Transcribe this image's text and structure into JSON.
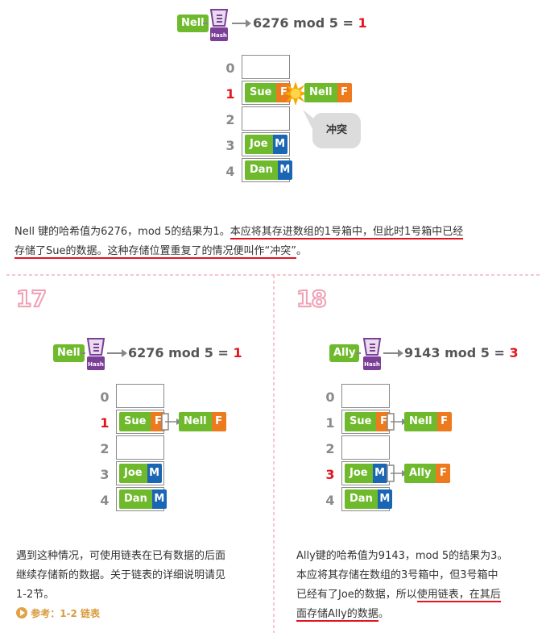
{
  "top": {
    "key": "Nell",
    "hash_label": "Hash",
    "formula": "6276 mod 5 = ",
    "result": "1",
    "indices": [
      "0",
      "1",
      "2",
      "3",
      "4"
    ],
    "sue": {
      "name": "Sue",
      "sex": "F"
    },
    "nell": {
      "name": "Nell",
      "sex": "F"
    },
    "joe": {
      "name": "Joe",
      "sex": "M"
    },
    "dan": {
      "name": "Dan",
      "sex": "M"
    },
    "conflict": "冲突",
    "desc_plain": "Nell 键的哈希值为6276，mod 5的结果为1。",
    "desc_ul1": "本应将其存进数组的1号箱中，但此时1号箱中已经",
    "desc_ul2": "存储了Sue的数据。这种存储位置重复了的情况便叫作“冲突”",
    "desc_tail": "。"
  },
  "panel17": {
    "step": "17",
    "key": "Nell",
    "hash_label": "Hash",
    "formula": "6276 mod 5 = ",
    "result": "1",
    "indices": [
      "0",
      "1",
      "2",
      "3",
      "4"
    ],
    "sue": {
      "name": "Sue",
      "sex": "F"
    },
    "nell": {
      "name": "Nell",
      "sex": "F"
    },
    "joe": {
      "name": "Joe",
      "sex": "M"
    },
    "dan": {
      "name": "Dan",
      "sex": "M"
    },
    "desc1": "遇到这种情况，可使用链表在已有数据的后面",
    "desc2": "继续存储新的数据。关于链表的详细说明请见",
    "desc3": "1-2节。",
    "ref": "参考：1-2 链表"
  },
  "panel18": {
    "step": "18",
    "key": "Ally",
    "hash_label": "Hash",
    "formula": "9143 mod 5 = ",
    "result": "3",
    "indices": [
      "0",
      "1",
      "2",
      "3",
      "4"
    ],
    "sue": {
      "name": "Sue",
      "sex": "F"
    },
    "nell": {
      "name": "Nell",
      "sex": "F"
    },
    "joe": {
      "name": "Joe",
      "sex": "M"
    },
    "ally": {
      "name": "Ally",
      "sex": "F"
    },
    "dan": {
      "name": "Dan",
      "sex": "M"
    },
    "desc1": "Ally键的哈希值为9143，mod 5的结果为3。",
    "desc2": "本应将其存储在数组的3号箱中，但3号箱中",
    "desc3a": "已经有了Joe的数据，所以",
    "desc3b": "使用链表，在其后",
    "desc4": "面存储Ally的数据",
    "desc4tail": "。"
  },
  "colors": {
    "green": "#6fba2c",
    "orange": "#ed7a1d",
    "blue": "#1a66b4",
    "red": "#e3141f",
    "purple": "#7b3f98"
  }
}
